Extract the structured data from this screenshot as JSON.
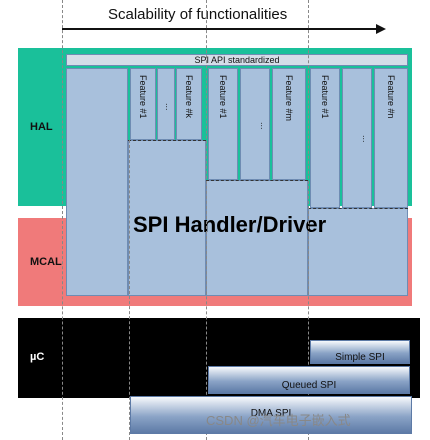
{
  "header": {
    "title": "Scalability of functionalities"
  },
  "layers": {
    "hal": "HAL",
    "mcal": "MCAL",
    "uc": "µC"
  },
  "api_bar": "SPI API standardized",
  "handler_label": "SPI Handler/Driver",
  "group1": {
    "f1": "Feature #1",
    "dots": "...",
    "fk": "Feature #k"
  },
  "group2": {
    "f1": "Feature #1",
    "dots": "...",
    "fm": "Feature #m"
  },
  "group3": {
    "f1": "Feature #1",
    "dots": "...",
    "fn": "Feature #n"
  },
  "hardware": {
    "simple": "Simple SPI",
    "queued": "Queued SPI",
    "dma": "DMA SPI"
  },
  "watermark": "CSDN @汽车电子嵌入式",
  "colors": {
    "hal": "#1ac09a",
    "mcal": "#f07a7a",
    "uc": "#000000",
    "box": "#a8c0dc"
  }
}
